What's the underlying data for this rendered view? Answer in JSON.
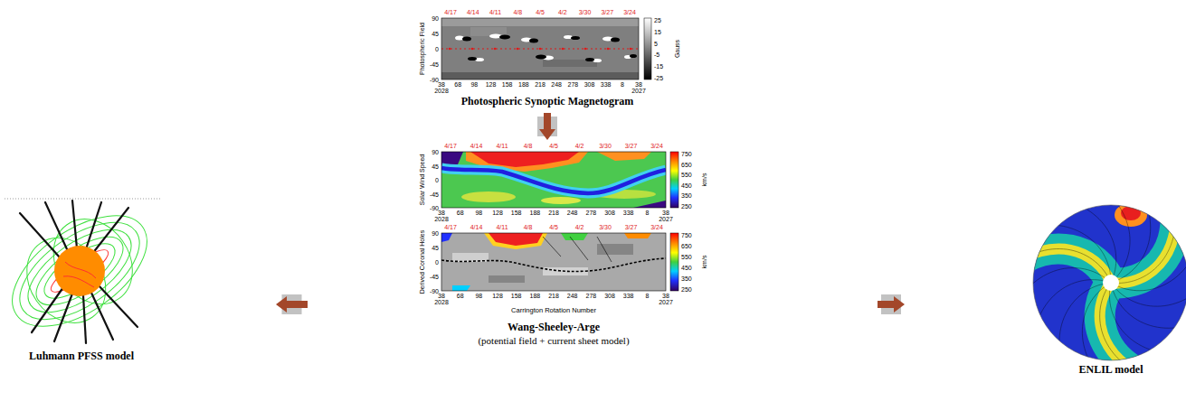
{
  "diagram": {
    "nodes": [
      {
        "text": [
          "Photospheric Synoptic Magnetogram"
        ]
      },
      {
        "text": [
          "Luhmann PFSS model"
        ]
      },
      {
        "text": [
          "Wang-Sheeley-Arge",
          "(potential field + current sheet model)"
        ]
      },
      {
        "text": [
          "ENLIL model"
        ]
      }
    ],
    "edges": [
      {
        "from": 0,
        "to": 2,
        "arrow": "to"
      },
      {
        "from": 2,
        "to": 1,
        "arrow": "to"
      },
      {
        "from": 2,
        "to": 3,
        "arrow": "to"
      }
    ],
    "labels": [
      "Photospheric Field",
      "4/17",
      "4/14",
      "4/11",
      "4/8",
      "4/5",
      "4/2",
      "3/30",
      "3/27",
      "3/24",
      "90",
      "45",
      "0",
      "-45",
      "-90",
      "25",
      "15",
      "5",
      "-5",
      "-15",
      "-25",
      "Gauss",
      "38",
      "68",
      "98",
      "128",
      "158",
      "188",
      "218",
      "248",
      "278",
      "308",
      "338",
      "8",
      "38",
      "2028",
      "2027",
      "Solar Wind Speed",
      "4/17",
      "4/14",
      "4/11",
      "4/8",
      "4/5",
      "4/2",
      "3/30",
      "3/27",
      "3/24",
      "90",
      "45",
      "0",
      "-45",
      "-90",
      "750",
      "650",
      "550",
      "450",
      "350",
      "250",
      "km/s",
      "38",
      "68",
      "98",
      "128",
      "158",
      "188",
      "218",
      "248",
      "278",
      "308",
      "338",
      "8",
      "38",
      "2028",
      "2027",
      "Derived Coronal Holes",
      "4/17",
      "4/14",
      "4/11",
      "4/8",
      "4/5",
      "4/2",
      "3/30",
      "3/27",
      "3/24",
      "90",
      "45",
      "0",
      "-45",
      "-90",
      "750",
      "650",
      "550",
      "450",
      "350",
      "250",
      "km/s",
      "38",
      "68",
      "98",
      "128",
      "158",
      "188",
      "218",
      "248",
      "278",
      "308",
      "338",
      "8",
      "38",
      "2028",
      "2027",
      "Carrington Rotation Number"
    ]
  }
}
